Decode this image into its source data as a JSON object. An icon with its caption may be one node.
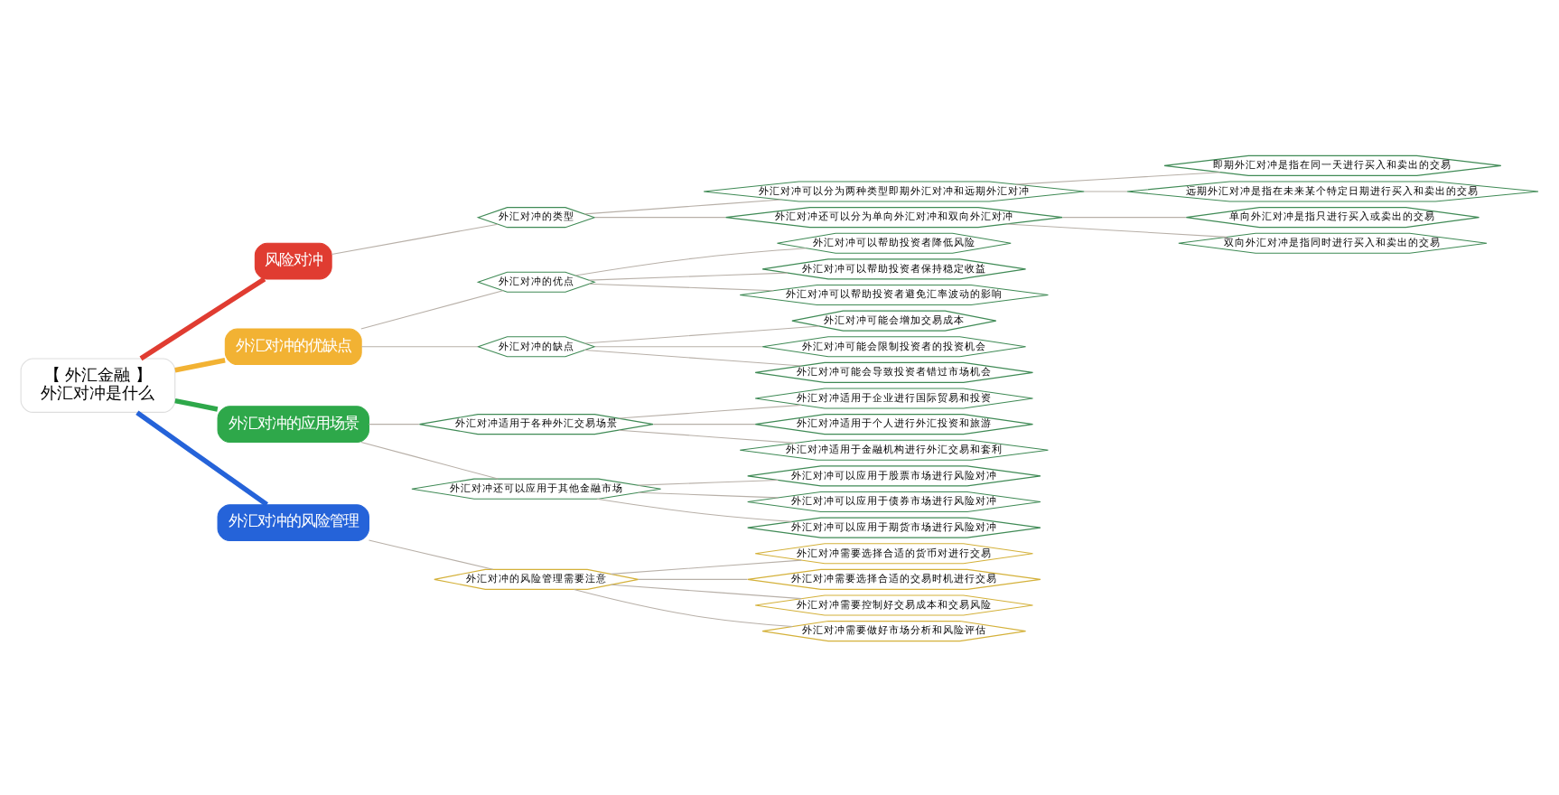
{
  "diagram": {
    "nodes": [
      {
        "text": [
          "【 外汇金融 】",
          "外汇对冲是什么"
        ]
      },
      {
        "text": [
          "风险对冲"
        ]
      },
      {
        "text": [
          "外汇对冲的类型"
        ]
      },
      {
        "text": [
          "外汇对冲可以分为两种类型即期外汇对冲和远期外汇对冲"
        ]
      },
      {
        "text": [
          "即期外汇对冲是指在同一天进行买入和卖出的交易"
        ]
      },
      {
        "text": [
          "远期外汇对冲是指在未来某个特定日期进行买入和卖出的交易"
        ]
      },
      {
        "text": [
          "外汇对冲还可以分为单向外汇对冲和双向外汇对冲"
        ]
      },
      {
        "text": [
          "单向外汇对冲是指只进行买入或卖出的交易"
        ]
      },
      {
        "text": [
          "双向外汇对冲是指同时进行买入和卖出的交易"
        ]
      },
      {
        "text": [
          "外汇对冲的优缺点"
        ]
      },
      {
        "text": [
          "外汇对冲的优点"
        ]
      },
      {
        "text": [
          "外汇对冲可以帮助投资者降低风险"
        ]
      },
      {
        "text": [
          "外汇对冲可以帮助投资者保持稳定收益"
        ]
      },
      {
        "text": [
          "外汇对冲可以帮助投资者避免汇率波动的影响"
        ]
      },
      {
        "text": [
          "外汇对冲的缺点"
        ]
      },
      {
        "text": [
          "外汇对冲可能会增加交易成本"
        ]
      },
      {
        "text": [
          "外汇对冲可能会限制投资者的投资机会"
        ]
      },
      {
        "text": [
          "外汇对冲可能会导致投资者错过市场机会"
        ]
      },
      {
        "text": [
          "外汇对冲的应用场景"
        ]
      },
      {
        "text": [
          "外汇对冲适用于各种外汇交易场景"
        ]
      },
      {
        "text": [
          "外汇对冲适用于企业进行国际贸易和投资"
        ]
      },
      {
        "text": [
          "外汇对冲适用于个人进行外汇投资和旅游"
        ]
      },
      {
        "text": [
          "外汇对冲适用于金融机构进行外汇交易和套利"
        ]
      },
      {
        "text": [
          "外汇对冲还可以应用于其他金融市场"
        ]
      },
      {
        "text": [
          "外汇对冲可以应用于股票市场进行风险对冲"
        ]
      },
      {
        "text": [
          "外汇对冲可以应用于债券市场进行风险对冲"
        ]
      },
      {
        "text": [
          "外汇对冲可以应用于期货市场进行风险对冲"
        ]
      },
      {
        "text": [
          "外汇对冲的风险管理"
        ]
      },
      {
        "text": [
          "外汇对冲的风险管理需要注意"
        ]
      },
      {
        "text": [
          "外汇对冲需要选择合适的货币对进行交易"
        ]
      },
      {
        "text": [
          "外汇对冲需要选择合适的交易时机进行交易"
        ]
      },
      {
        "text": [
          "外汇对冲需要控制好交易成本和交易风险"
        ]
      },
      {
        "text": [
          "外汇对冲需要做好市场分析和风险评估"
        ]
      }
    ],
    "edges": [
      {
        "from": 0,
        "to": 1,
        "arrow": "none",
        "style": "thick",
        "color": "#e03c31"
      },
      {
        "from": 1,
        "to": 2,
        "arrow": "none"
      },
      {
        "from": 2,
        "to": 3,
        "arrow": "none"
      },
      {
        "from": 3,
        "to": 4,
        "arrow": "none"
      },
      {
        "from": 3,
        "to": 5,
        "arrow": "none"
      },
      {
        "from": 2,
        "to": 6,
        "arrow": "none"
      },
      {
        "from": 6,
        "to": 7,
        "arrow": "none"
      },
      {
        "from": 6,
        "to": 8,
        "arrow": "none"
      },
      {
        "from": 0,
        "to": 9,
        "arrow": "none",
        "style": "thick",
        "color": "#f2b233"
      },
      {
        "from": 9,
        "to": 10,
        "arrow": "none"
      },
      {
        "from": 10,
        "to": 11,
        "arrow": "none"
      },
      {
        "from": 10,
        "to": 12,
        "arrow": "none"
      },
      {
        "from": 10,
        "to": 13,
        "arrow": "none"
      },
      {
        "from": 9,
        "to": 14,
        "arrow": "none"
      },
      {
        "from": 14,
        "to": 15,
        "arrow": "none"
      },
      {
        "from": 14,
        "to": 16,
        "arrow": "none"
      },
      {
        "from": 14,
        "to": 17,
        "arrow": "none"
      },
      {
        "from": 0,
        "to": 18,
        "arrow": "none",
        "style": "thick",
        "color": "#2ea84a"
      },
      {
        "from": 18,
        "to": 19,
        "arrow": "none"
      },
      {
        "from": 19,
        "to": 20,
        "arrow": "none"
      },
      {
        "from": 19,
        "to": 21,
        "arrow": "none"
      },
      {
        "from": 19,
        "to": 22,
        "arrow": "none"
      },
      {
        "from": 18,
        "to": 23,
        "arrow": "none"
      },
      {
        "from": 23,
        "to": 24,
        "arrow": "none"
      },
      {
        "from": 23,
        "to": 25,
        "arrow": "none"
      },
      {
        "from": 23,
        "to": 26,
        "arrow": "none"
      },
      {
        "from": 0,
        "to": 27,
        "arrow": "none",
        "style": "thick",
        "color": "#2563d9"
      },
      {
        "from": 27,
        "to": 28,
        "arrow": "none"
      },
      {
        "from": 28,
        "to": 29,
        "arrow": "none"
      },
      {
        "from": 28,
        "to": 30,
        "arrow": "none"
      },
      {
        "from": 28,
        "to": 31,
        "arrow": "none"
      },
      {
        "from": 28,
        "to": 32,
        "arrow": "none"
      }
    ]
  }
}
